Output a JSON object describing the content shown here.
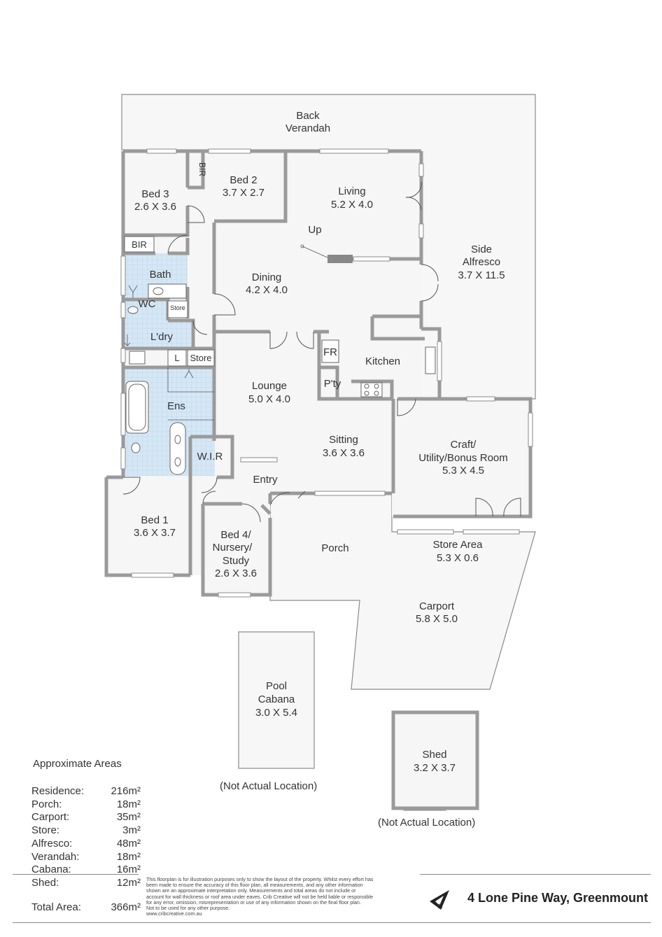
{
  "rooms": {
    "back_verandah": {
      "name1": "Back",
      "name2": "Verandah"
    },
    "bed3": {
      "name": "Bed 3",
      "dims": "2.6 X 3.6"
    },
    "bed2": {
      "name": "Bed 2",
      "dims": "3.7 X 2.7"
    },
    "bir_top": "BIR",
    "bir_left": "BIR",
    "living": {
      "name": "Living",
      "dims": "5.2 X 4.0"
    },
    "up": "Up",
    "side_alfresco": {
      "name1": "Side",
      "name2": "Alfresco",
      "dims": "3.7 X 11.5"
    },
    "bath": "Bath",
    "wc": "WC",
    "store_small": "Store",
    "dining": {
      "name": "Dining",
      "dims": "4.2 X 4.0"
    },
    "laundry": "L'dry",
    "l": "L",
    "store_laundry": "Store",
    "fr": "FR",
    "kitchen": "Kitchen",
    "pantry": "P'ty",
    "lounge": {
      "name": "Lounge",
      "dims": "5.0 X 4.0"
    },
    "ens": "Ens",
    "sitting": {
      "name": "Sitting",
      "dims": "3.6 X 3.6"
    },
    "craft": {
      "name1": "Craft/",
      "name2": "Utility/Bonus Room",
      "dims": "5.3 X 4.5"
    },
    "wir": "W.I.R",
    "entry": "Entry",
    "bed1": {
      "name": "Bed 1",
      "dims": "3.6 X 3.7"
    },
    "bed4": {
      "name1": "Bed 4/",
      "name2": "Nursery/",
      "name3": "Study",
      "dims": "2.6 X 3.6"
    },
    "porch": "Porch",
    "store_area": {
      "name": "Store Area",
      "dims": "5.3 X 0.6"
    },
    "carport": {
      "name": "Carport",
      "dims": "5.8 X 5.0"
    },
    "pool_cabana": {
      "name1": "Pool",
      "name2": "Cabana",
      "dims": "3.0 X 5.4"
    },
    "shed": {
      "name": "Shed",
      "dims": "3.2 X 3.7"
    }
  },
  "location_notes": {
    "cabana": "(Not Actual Location)",
    "shed": "(Not Actual Location)"
  },
  "areas": {
    "title": "Approximate Areas",
    "rows": [
      {
        "label": "Residence:",
        "value": "216m²"
      },
      {
        "label": "Porch:",
        "value": "18m²"
      },
      {
        "label": "Carport:",
        "value": "35m²"
      },
      {
        "label": "Store:",
        "value": "3m²"
      },
      {
        "label": "Alfresco:",
        "value": "48m²"
      },
      {
        "label": "Verandah:",
        "value": "18m²"
      },
      {
        "label": "Cabana:",
        "value": "16m²"
      },
      {
        "label": "Shed:",
        "value": "12m²"
      }
    ],
    "total": {
      "label": "Total Area:",
      "value": "366m²"
    }
  },
  "disclaimer": {
    "line1": "This floorplan is for illustration purposes only to show the layout of the property. Whilst every effort has",
    "line2": "been made to ensure the accuracy of this floor plan, all measurements, and any other information",
    "line3": "shown are an approximate interpretation only. Measurements and total areas do not include or",
    "line4": "account for wall thickness or roof area under eaves. Crib Creative will not be held liable or responsible",
    "line5": "for any error, omission, misrepresentation or use of any information shown on the final floor plan.",
    "line6": "Not to be used for any other purpose.",
    "line7": "www.cribcreative.com.au"
  },
  "address": "4 Lone Pine Way, Greenmount",
  "colors": {
    "wall": "#9a9a9a",
    "tile": "#cfe3f3",
    "floor": "#f6f6f6"
  }
}
